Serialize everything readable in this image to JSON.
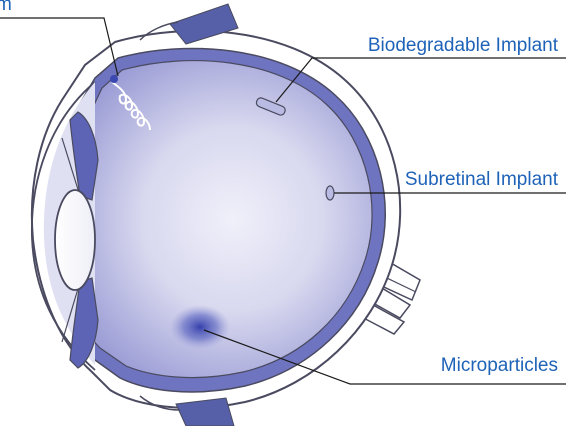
{
  "figure": {
    "labels": {
      "top_left": "m",
      "biodegradable_implant": "Biodegradable Implant",
      "subretinal_implant": "Subretinal Implant",
      "microparticles": "Microparticles"
    },
    "colors": {
      "label_text": "#1f63b8",
      "muscle": "#5560a8",
      "vitreous": "#c9c9e9",
      "outline": "#4a4a60",
      "microparticle_spot": "#3a48b0"
    }
  }
}
